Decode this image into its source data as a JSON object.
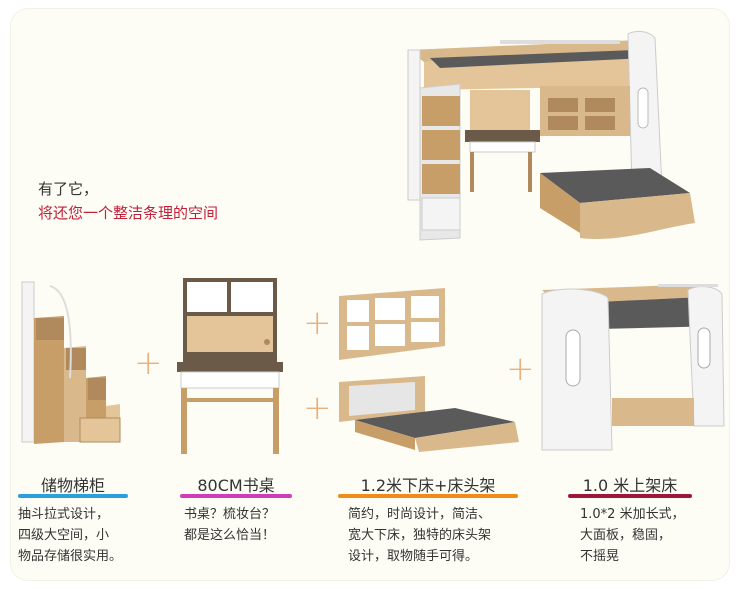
{
  "hero": {
    "line1": "有了它，",
    "line2": "将还您一个整洁条理的空间"
  },
  "plus_sign": "+",
  "components": [
    {
      "title": "储物梯柜",
      "color": "#2aa0dc",
      "desc": "抽斗拉式设计，\n四级大空间，小\n物品存储很实用。"
    },
    {
      "title": "80CM书桌",
      "color": "#d23bb8",
      "desc": "书桌？梳妆台？\n都是这么恰当！"
    },
    {
      "title": "1.2米下床+床头架",
      "color": "#f08a1a",
      "desc": "简约，时尚设计，简洁、\n宽大下床，独特的床头架\n设计，取物随手可得。"
    },
    {
      "title": "1.0 米上架床",
      "color": "#a0163a",
      "desc": "1.0*2 米加长式，\n大面板，稳固，\n不摇晃"
    }
  ],
  "colors": {
    "wood": "#d9b98c",
    "wood_dark": "#c79d68",
    "mattress": "#5a5a5a",
    "panel": "#f4f4f4",
    "plus": "#e7b07c",
    "accent_red": "#c0203a"
  }
}
